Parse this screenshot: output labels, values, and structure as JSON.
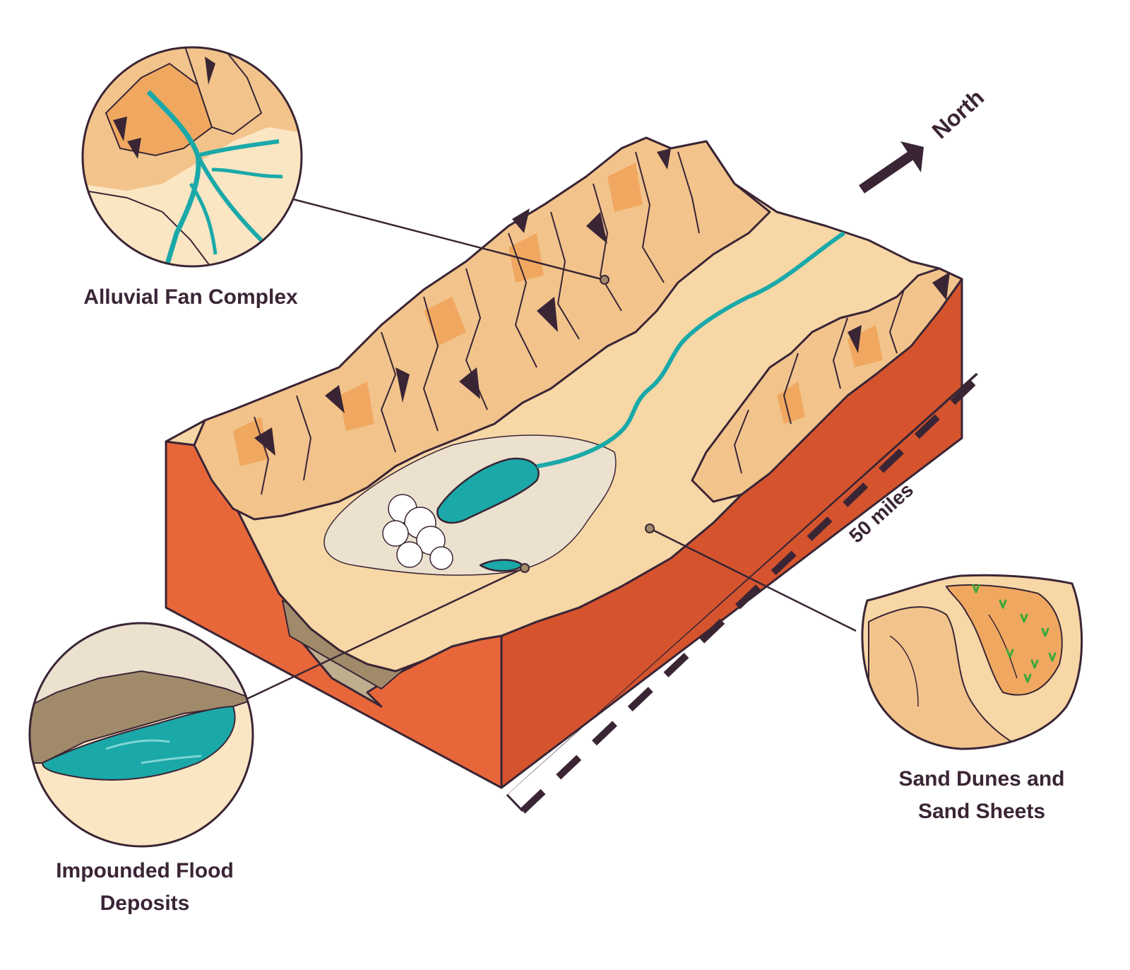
{
  "labels": {
    "alluvial_fan": "Alluvial Fan Complex",
    "impounded_line1": "Impounded Flood",
    "impounded_line2": "Deposits",
    "dunes_line1": "Sand Dunes and",
    "dunes_line2": "Sand Sheets"
  },
  "compass": {
    "label": "North"
  },
  "scale": {
    "label": "50 miles"
  },
  "colors": {
    "outline": "#3a2535",
    "sand": "#f7d7a6",
    "sand_light": "#fbe6c4",
    "mountain": "#f2c48c",
    "mountain_shade": "#f0a860",
    "rock_side": "#e8673a",
    "rock_side_dark": "#d5542e",
    "water": "#1aa9a8",
    "playa": "#ece1cf",
    "strata_1": "#bfae8e",
    "strata_2": "#a08a6a",
    "grass": "#3aa83a"
  },
  "icons": [
    "north-arrow-icon",
    "grass-icon",
    "dust-cloud-icon"
  ]
}
